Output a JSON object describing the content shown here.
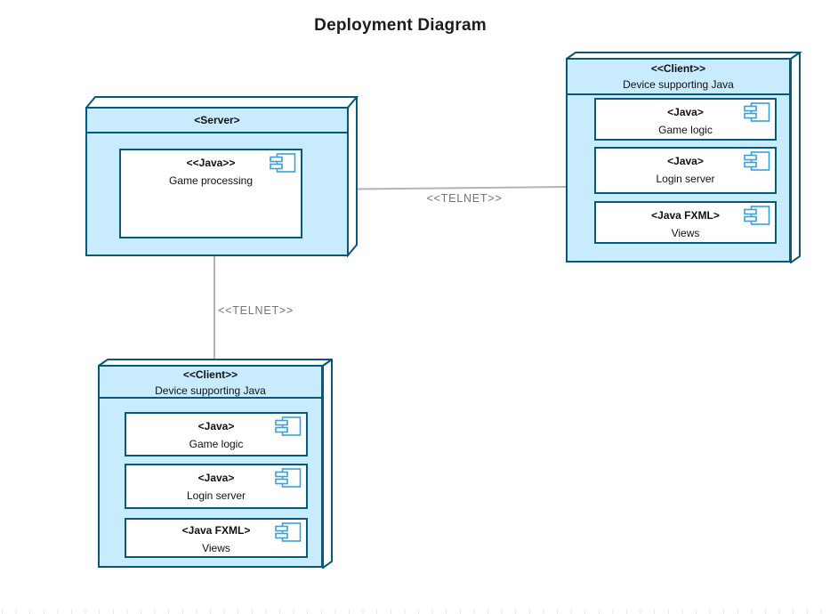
{
  "title": "Deployment Diagram",
  "nodes": {
    "server": {
      "stereotype": "<Server>",
      "components": [
        {
          "stereotype": "<<Java>>",
          "name": "Game processing"
        }
      ]
    },
    "client_right": {
      "stereotype": "<<Client>>",
      "name": "Device supporting Java",
      "components": [
        {
          "stereotype": "<Java>",
          "name": "Game logic"
        },
        {
          "stereotype": "<Java>",
          "name": "Login server"
        },
        {
          "stereotype": "<Java FXML>",
          "name": "Views"
        }
      ]
    },
    "client_bottom": {
      "stereotype": "<<Client>>",
      "name": "Device supporting Java",
      "components": [
        {
          "stereotype": "<Java>",
          "name": "Game logic"
        },
        {
          "stereotype": "<Java>",
          "name": "Login server"
        },
        {
          "stereotype": "<Java FXML>",
          "name": "Views"
        }
      ]
    }
  },
  "connections": {
    "server_client_right": {
      "label": "<<TELNET>>"
    },
    "server_client_bottom": {
      "label": "<<TELNET>>"
    }
  },
  "colors": {
    "node_fill": "#c8ecfe",
    "node_border": "#07597b",
    "component_fill": "#ffffff",
    "component_icon_stroke": "#3b9fd8",
    "connector_line": "#b3b3b3",
    "connector_label_text": "#747474",
    "title_text": "#1c1c1c"
  }
}
